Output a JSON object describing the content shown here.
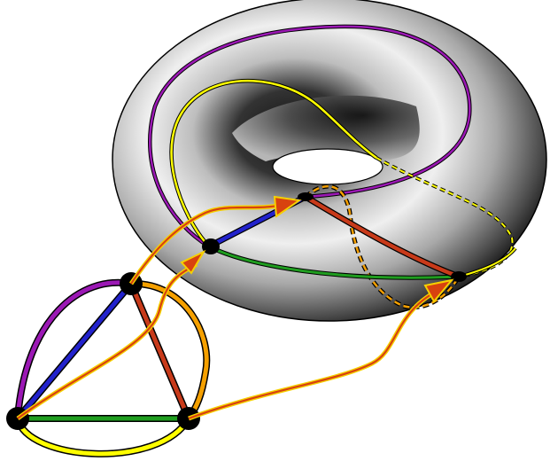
{
  "figure": {
    "colors": {
      "background": "#ffffff",
      "outline": "#000000",
      "purple": "#9b18b4",
      "yellow": "#ffff00",
      "blue": "#2222cc",
      "red": "#c83a1a",
      "green": "#1f9d1f",
      "orange": "#f5a000",
      "arrow_fill": "#d8420f",
      "arrow_stroke": "#f5d000"
    },
    "graph_vertices": [
      "top-vertex",
      "left-vertex",
      "right-vertex"
    ],
    "graph_edges": [
      "purple-edge",
      "yellow-edge",
      "orange-edge",
      "blue-edge",
      "red-edge",
      "green-edge"
    ],
    "embedding_map_arrows": 3
  }
}
